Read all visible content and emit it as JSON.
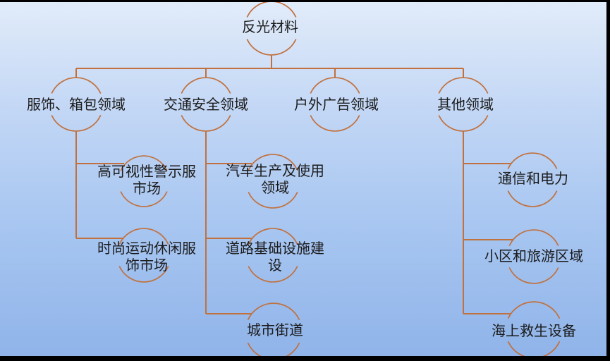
{
  "diagram": {
    "root": {
      "label": "反光材料"
    },
    "branches": [
      {
        "label": "服饰、箱包领域",
        "children": [
          {
            "label": "高可视性警示服\n市场"
          },
          {
            "label": "时尚运动休闲服\n饰市场"
          }
        ]
      },
      {
        "label": "交通安全领域",
        "children": [
          {
            "label": "汽车生产及使用\n领域"
          },
          {
            "label": "道路基础设施建\n设"
          },
          {
            "label": "城市街道"
          }
        ]
      },
      {
        "label": "户外广告领域",
        "children": []
      },
      {
        "label": "其他领域",
        "children": [
          {
            "label": "通信和电力"
          },
          {
            "label": "小区和旅游区域"
          },
          {
            "label": "海上救生设备"
          }
        ]
      }
    ],
    "colors": {
      "line": "#c1713e",
      "text": "#1b1b1b",
      "background_top": "#e2ecfa",
      "background_bottom": "#8fb3e9",
      "frame": "#000000"
    }
  }
}
